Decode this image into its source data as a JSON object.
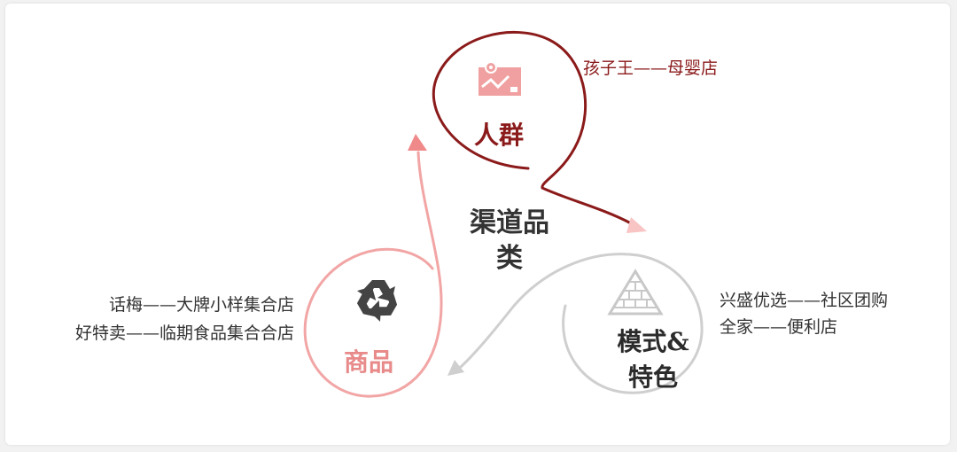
{
  "center": {
    "line1": "渠道品",
    "line2": "类"
  },
  "nodes": {
    "renqun": {
      "label": "人群",
      "note": "孩子王——母婴店",
      "icon": "map-pin-icon",
      "color": "#8b1a1a"
    },
    "moshi": {
      "label_line1": "模式&",
      "label_line2": "特色",
      "notes": [
        "兴盛优选——社区团购",
        "全家——便利店"
      ],
      "icon": "pyramid-icon",
      "color": "#c8c8c8"
    },
    "shangpin": {
      "label": "商品",
      "notes": [
        "话梅——大牌小样集合店",
        "好特卖——临期食品集合合店"
      ],
      "icon": "recycle-icon",
      "color": "#f2a5a5"
    }
  },
  "colors": {
    "accent": "#8b1a1a",
    "light_pink": "#f2a5a5",
    "grey": "#c8c8c8",
    "text": "#333333"
  }
}
